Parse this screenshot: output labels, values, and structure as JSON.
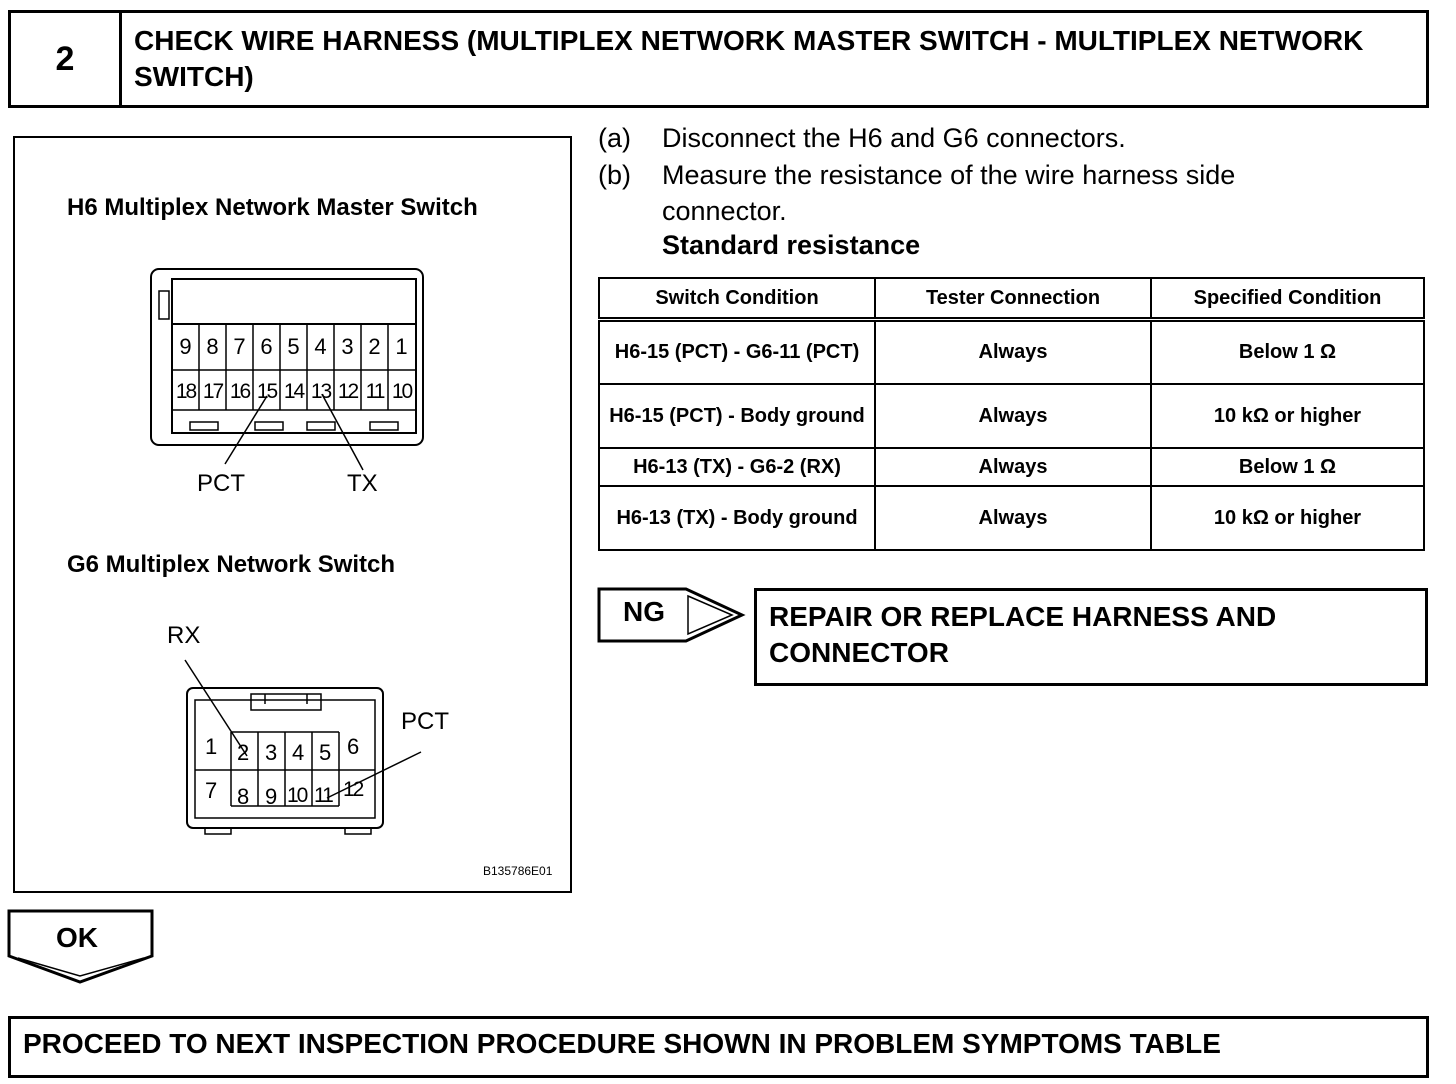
{
  "step": {
    "number": "2",
    "title": "CHECK WIRE HARNESS (MULTIPLEX NETWORK MASTER SWITCH  - MULTIPLEX NETWORK SWITCH)"
  },
  "figure": {
    "h6_heading": "H6 Multiplex Network Master Switch",
    "h6_top_pins": [
      "9",
      "8",
      "7",
      "6",
      "5",
      "4",
      "3",
      "2",
      "1"
    ],
    "h6_bottom_pins": [
      "18",
      "17",
      "16",
      "15",
      "14",
      "13",
      "12",
      "11",
      "10"
    ],
    "h6_label_pct": "PCT",
    "h6_label_tx": "TX",
    "g6_heading": "G6 Multiplex Network Switch",
    "g6_label_rx": "RX",
    "g6_label_pct": "PCT",
    "g6_pins": [
      "1",
      "2",
      "3",
      "4",
      "5",
      "6",
      "7",
      "8",
      "9",
      "10",
      "11",
      "12"
    ],
    "code": "B135786E01"
  },
  "instructions": {
    "a_label": "(a)",
    "a_text": "Disconnect the H6 and G6 connectors.",
    "b_label": "(b)",
    "b_text_line1": "Measure the resistance of the wire harness side",
    "b_text_line2": "connector.",
    "standard": "Standard resistance"
  },
  "table": {
    "headers": [
      "Switch Condition",
      "Tester Connection",
      "Specified Condition"
    ],
    "rows": [
      {
        "c1": "H6-15 (PCT) - G6-11 (PCT)",
        "c2": "Always",
        "c3": "Below 1 Ω"
      },
      {
        "c1": "H6-15 (PCT) - Body ground",
        "c2": "Always",
        "c3": "10 kΩ or higher"
      },
      {
        "c1": "H6-13 (TX) - G6-2 (RX)",
        "c2": "Always",
        "c3": "Below 1 Ω"
      },
      {
        "c1": "H6-13 (TX) - Body ground",
        "c2": "Always",
        "c3": "10 kΩ or higher"
      }
    ]
  },
  "ng": {
    "label": "NG",
    "result": "REPAIR OR REPLACE HARNESS AND CONNECTOR"
  },
  "ok": {
    "label": "OK"
  },
  "final": "PROCEED TO NEXT INSPECTION PROCEDURE SHOWN IN PROBLEM SYMPTOMS TABLE"
}
